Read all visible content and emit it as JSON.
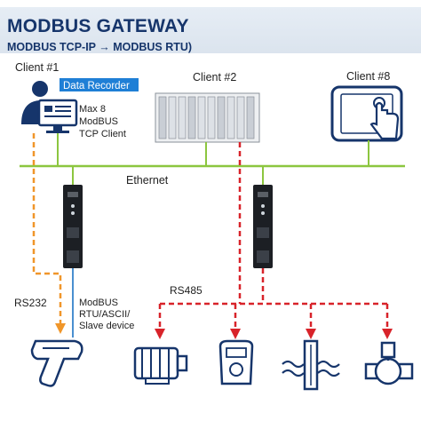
{
  "header": {
    "title": "MODBUS GATEWAY",
    "subtitle": "MODBUS TCP-IP → MODBUS RTU)"
  },
  "clients": {
    "client1": {
      "label": "Client #1",
      "badge": "Data Recorder",
      "desc_lines": [
        "Max 8",
        "ModBUS",
        "TCP Client"
      ]
    },
    "client2": {
      "label": "Client #2"
    },
    "client8": {
      "label": "Client #8"
    }
  },
  "network": {
    "ethernet_label": "Ethernet",
    "rs232_label": "RS232",
    "rs485_label": "RS485",
    "slave_lines": [
      "ModBUS",
      "RTU/ASCII/",
      "Slave device"
    ]
  },
  "colors": {
    "title": "#16356b",
    "ethernet": "#8cc63f",
    "rs232": "#f0962a",
    "rs485": "#d8232a",
    "blue_link": "#4a8fd0",
    "badge": "#1f7fd6"
  },
  "icons": [
    "person-icon",
    "computer-icon",
    "plc-rack-icon",
    "touch-tablet-icon",
    "gateway-module-icon",
    "barcode-scanner-icon",
    "motor-icon",
    "energy-meter-icon",
    "level-sensor-icon",
    "flow-meter-icon"
  ]
}
